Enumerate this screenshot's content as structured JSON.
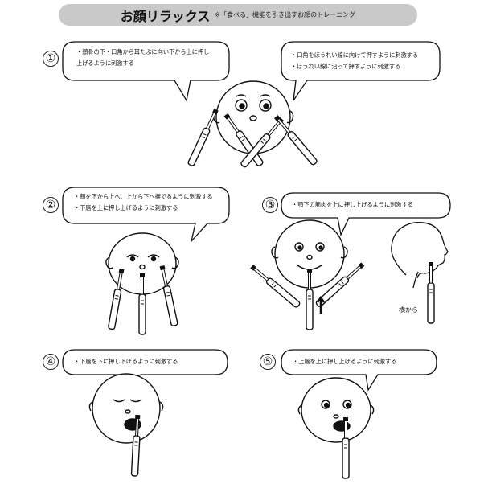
{
  "title": {
    "main": "お顔リラックス",
    "sub": "※「食べる」機能を引き出すお顔のトレーニング"
  },
  "steps": [
    {
      "number": "①",
      "lines": [
        "・頬骨の下・口角から耳たぶに向い下から上に押し",
        "上げるように刺激する"
      ]
    },
    {
      "number": "①b",
      "lines": [
        "・口角をほうれい線に向けて押すように刺激する",
        "・ほうれい線に沿って押すように刺激する"
      ]
    },
    {
      "number": "②",
      "lines": [
        "・頬を下から上へ、上から下へ撫でるように刺激する",
        "・下唇を上に押し上げるように刺激する"
      ]
    },
    {
      "number": "③",
      "lines": [
        "・顎下の筋肉を上に押し上げるように刺激する"
      ]
    },
    {
      "number": "④",
      "lines": [
        "・下唇を下に押し下げるように刺激する"
      ]
    },
    {
      "number": "⑤",
      "lines": [
        "・上唇を上に押し上げるように刺激する"
      ]
    }
  ],
  "side_label": "横から"
}
